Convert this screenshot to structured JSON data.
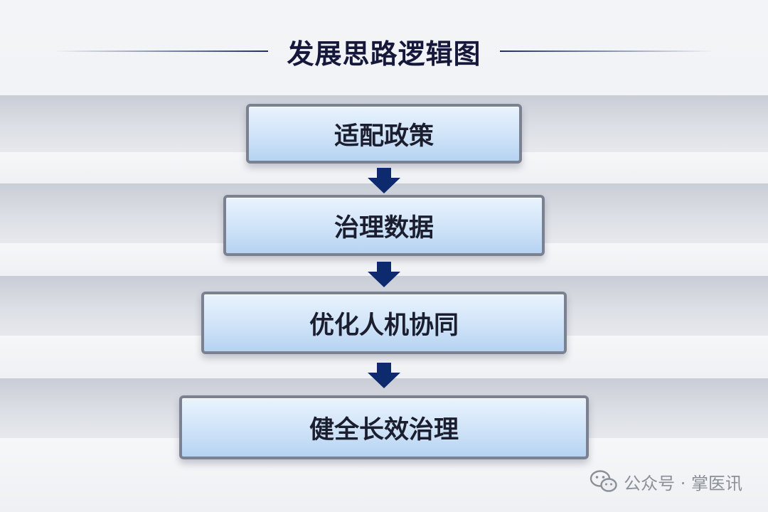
{
  "title": "发展思路逻辑图",
  "steps": [
    {
      "label": "适配政策"
    },
    {
      "label": "治理数据"
    },
    {
      "label": "优化人机协同"
    },
    {
      "label": "健全长效治理"
    }
  ],
  "watermark": {
    "text": "公众号 · 掌医讯",
    "icon": "wechat-icon"
  },
  "colors": {
    "box_border": "#7b8190",
    "box_fill": "#cfe3f8",
    "arrow": "#0e2a6e",
    "title": "#15183a"
  }
}
